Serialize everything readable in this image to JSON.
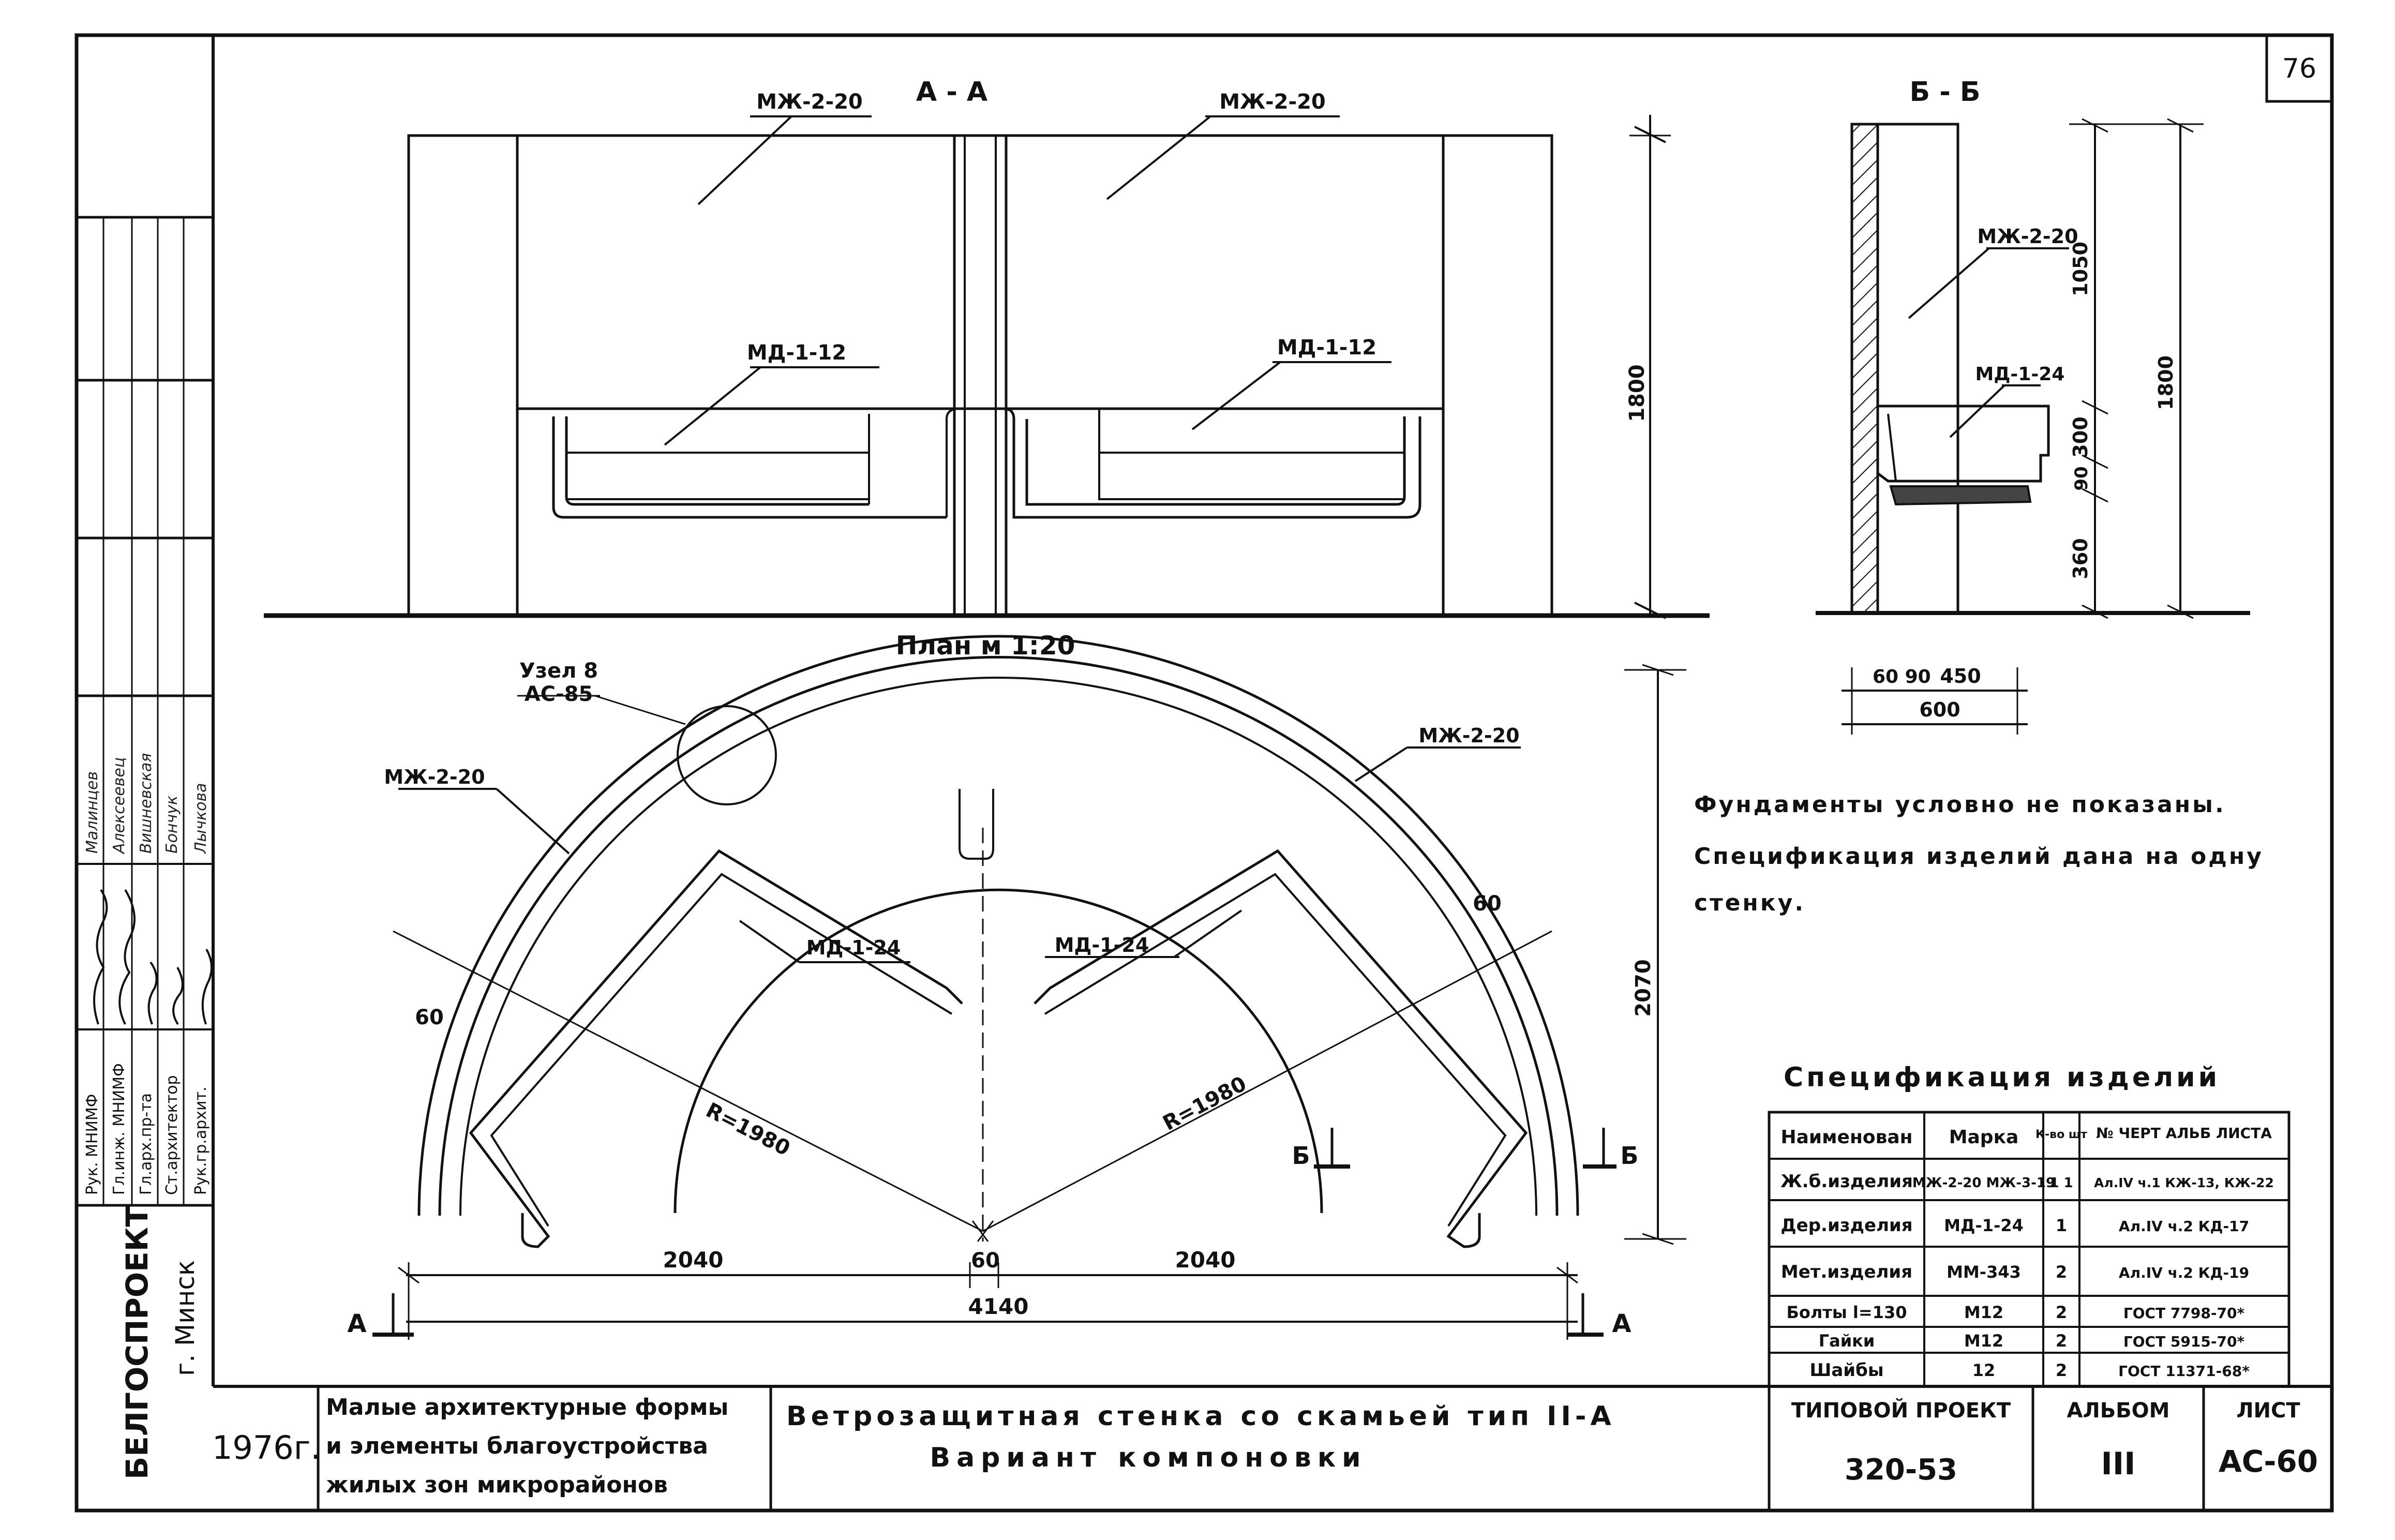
{
  "sheet": {
    "page_number": "76",
    "section_aa": "А - А",
    "section_bb": "Б - Б",
    "plan_title": "План м 1:20"
  },
  "aa_labels": {
    "mzh_left": "МЖ-2-20",
    "mzh_right": "МЖ-2-20",
    "md_left": "МД-1-12",
    "md_right": "МД-1-12",
    "height": "1800"
  },
  "bb_labels": {
    "mzh": "МЖ-2-20",
    "md": "МД-1-24",
    "dim_1050": "1050",
    "dim_300": "300",
    "dim_90": "90",
    "dim_360": "360",
    "dim_1800": "1800",
    "dim_60_90": "60 90",
    "dim_450": "450",
    "dim_600": "600"
  },
  "plan_labels": {
    "node": "Узел 8",
    "node_ref": "АС-85",
    "mzh_left": "МЖ-2-20",
    "mzh_right": "МЖ-2-20",
    "md_left": "МД-1-24",
    "md_right": "МД-1-24",
    "dim_60_left": "60",
    "dim_60_right": "60",
    "radius_left": "R=1980",
    "radius_right": "R=1980",
    "height": "2070",
    "dim_2040_left": "2040",
    "dim_60_mid": "60",
    "dim_2040_right": "2040",
    "dim_4140": "4140",
    "cut_a_left": "А",
    "cut_a_right": "А",
    "cut_b_left": "Б",
    "cut_b_right": "Б"
  },
  "notes": [
    "Фундаменты условно не показаны.",
    "Спецификация изделий дана на одну",
    "стенку."
  ],
  "spec": {
    "title": "Спецификация изделий",
    "headers": [
      "Наименован",
      "Марка",
      "К-во шт",
      "№ ЧЕРТ АЛЬБ ЛИСТА"
    ],
    "rows": [
      [
        "Ж.б.изделия",
        "МЖ-2-20 МЖ-3-19",
        "1 1",
        "Ал.IV ч.1 КЖ-13, КЖ-22"
      ],
      [
        "Дер.изделия",
        "МД-1-24",
        "1",
        "Ал.IV ч.2 КД-17"
      ],
      [
        "Мет.изделия",
        "ММ-343",
        "2",
        "Ал.IV ч.2 КД-19"
      ],
      [
        "Болты l=130",
        "М12",
        "2",
        "ГОСТ 7798-70*"
      ],
      [
        "Гайки",
        "М12",
        "2",
        "ГОСТ 5915-70*"
      ],
      [
        "Шайбы",
        "12",
        "2",
        "ГОСТ 11371-68*"
      ]
    ]
  },
  "stamp": {
    "org": "БЕЛГОСПРОЕКТ",
    "city": "г. Минск",
    "year": "1976г.",
    "subject_1": "Малые архитектурные формы",
    "subject_2": "и элементы благоустройства",
    "subject_3": "жилых зон микрорайонов",
    "title_1": "Ветрозащитная стенка со скамьей тип II-А",
    "title_2": "Вариант компоновки",
    "project_label": "ТИПОВОЙ ПРОЕКТ",
    "project_value": "320-53",
    "album_label": "АЛЬБОМ",
    "album_value": "III",
    "sheet_label": "ЛИСТ",
    "sheet_value": "АС-60"
  },
  "signatures": [
    {
      "role": "Рук. МНИМФ",
      "name": "Малинцев"
    },
    {
      "role": "Гл.инж. МНИМФ",
      "name": "Алексеевец"
    },
    {
      "role": "Гл.арх.пр-та",
      "name": "Вишневская"
    },
    {
      "role": "Ст.архитектор",
      "name": "Бончук"
    },
    {
      "role": "Рук.гр.архит.",
      "name": "Лычкова"
    }
  ]
}
